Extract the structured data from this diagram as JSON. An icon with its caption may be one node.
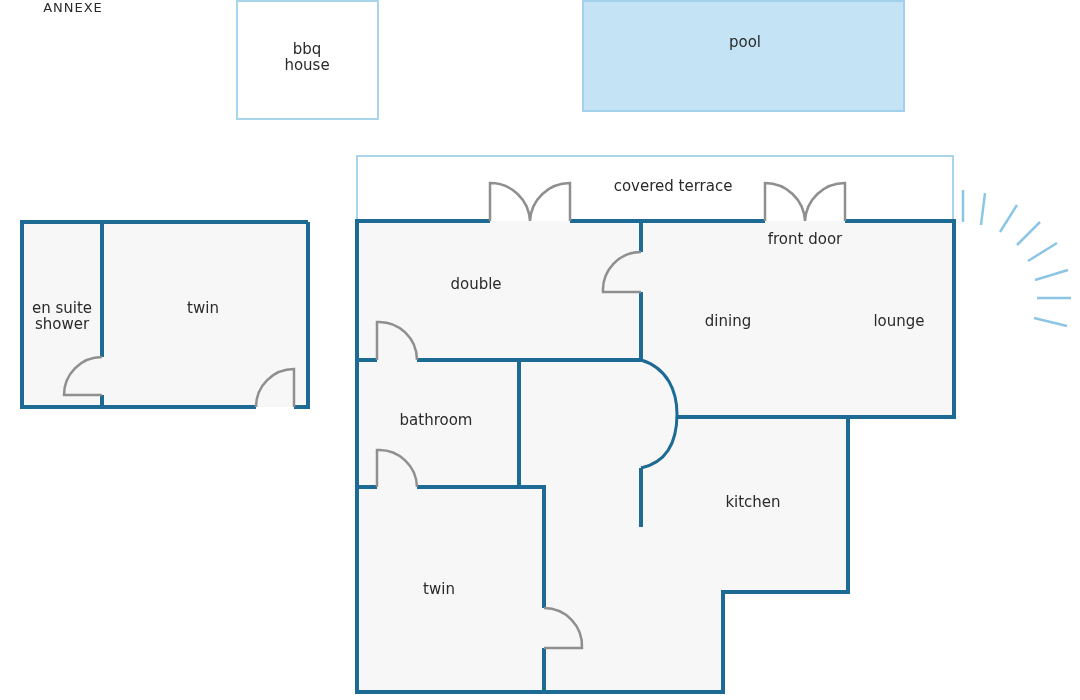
{
  "diagram": {
    "nodes": [
      {
        "text": [
          "bbq house"
        ]
      },
      {
        "text": [
          "pool"
        ]
      },
      {
        "text": [
          "covered terrace"
        ]
      },
      {
        "text": [
          "en suite shower"
        ]
      },
      {
        "text": [
          "twin"
        ]
      },
      {
        "text": [
          "double"
        ]
      },
      {
        "text": [
          "front door",
          "dining",
          "lounge"
        ]
      },
      {
        "text": [
          "bathroom"
        ]
      },
      {
        "text": [
          "kitchen"
        ]
      },
      {
        "text": [
          "twin"
        ]
      }
    ],
    "labels": [
      "ANNEXE"
    ]
  }
}
